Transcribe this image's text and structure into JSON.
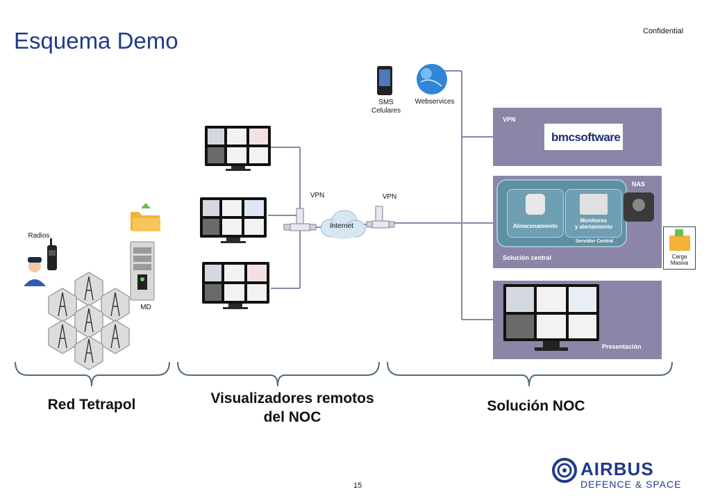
{
  "slide": {
    "title": "Esquema Demo",
    "confidential": "Confidential",
    "page_number": "15"
  },
  "nodes": {
    "sms": "SMS\nCelulares",
    "webservices": "Webservices",
    "vpn_left": "VPN",
    "vpn_right": "VPN",
    "internet": "Internet",
    "radios": "Radios",
    "md": "MD",
    "carga_masiva": "Carga\nMasiva"
  },
  "panels": {
    "vpn": {
      "label": "VPN",
      "logo": "bmcsoftware"
    },
    "central": {
      "label": "Solución central",
      "nas": "NAS",
      "almacenamiento": "Almacenamiento",
      "monitoreo": "Monitoreo\ny alertamiento",
      "servidor": "Servidor Central"
    },
    "presentacion": {
      "label": "Presentación"
    }
  },
  "groups": {
    "red_tetrapol": "Red Tetrapol",
    "visualizadores": "Visualizadores remotos\ndel NOC",
    "solucion_noc": "Solución NOC"
  },
  "logo": {
    "brand": "AIRBUS",
    "subtitle": "DEFENCE & SPACE"
  },
  "colors": {
    "title": "#1f3a8a",
    "panel": "#8b86a7",
    "panel_inner": "#5f8fa3",
    "connector": "#8b86a7",
    "bracket": "#4f6b7d",
    "airbus": "#1f3a8a"
  }
}
